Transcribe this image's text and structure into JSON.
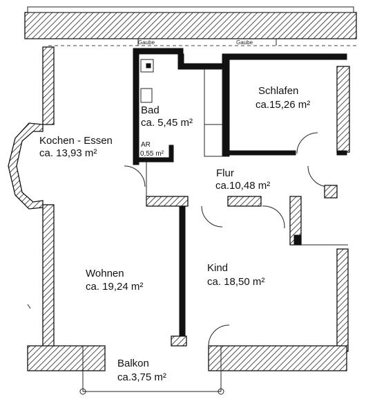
{
  "rooms": {
    "kochen": {
      "name": "Kochen - Essen",
      "area": "ca. 13,93 m²"
    },
    "bad": {
      "name": "Bad",
      "area": "ca. 5,45 m²"
    },
    "ar": {
      "name": "AR",
      "area": "0,55 m²"
    },
    "schlafen": {
      "name": "Schlafen",
      "area": "ca.15,26 m²"
    },
    "flur": {
      "name": "Flur",
      "area": "ca.10,48 m²"
    },
    "wohnen": {
      "name": "Wohnen",
      "area": "ca. 19,24 m²"
    },
    "kind": {
      "name": "Kind",
      "area": "ca. 18,50 m²"
    },
    "balkon": {
      "name": "Balkon",
      "area": "ca.3,75 m²"
    }
  },
  "roof": {
    "left_label": "Gaube",
    "right_label": "Gaube"
  }
}
